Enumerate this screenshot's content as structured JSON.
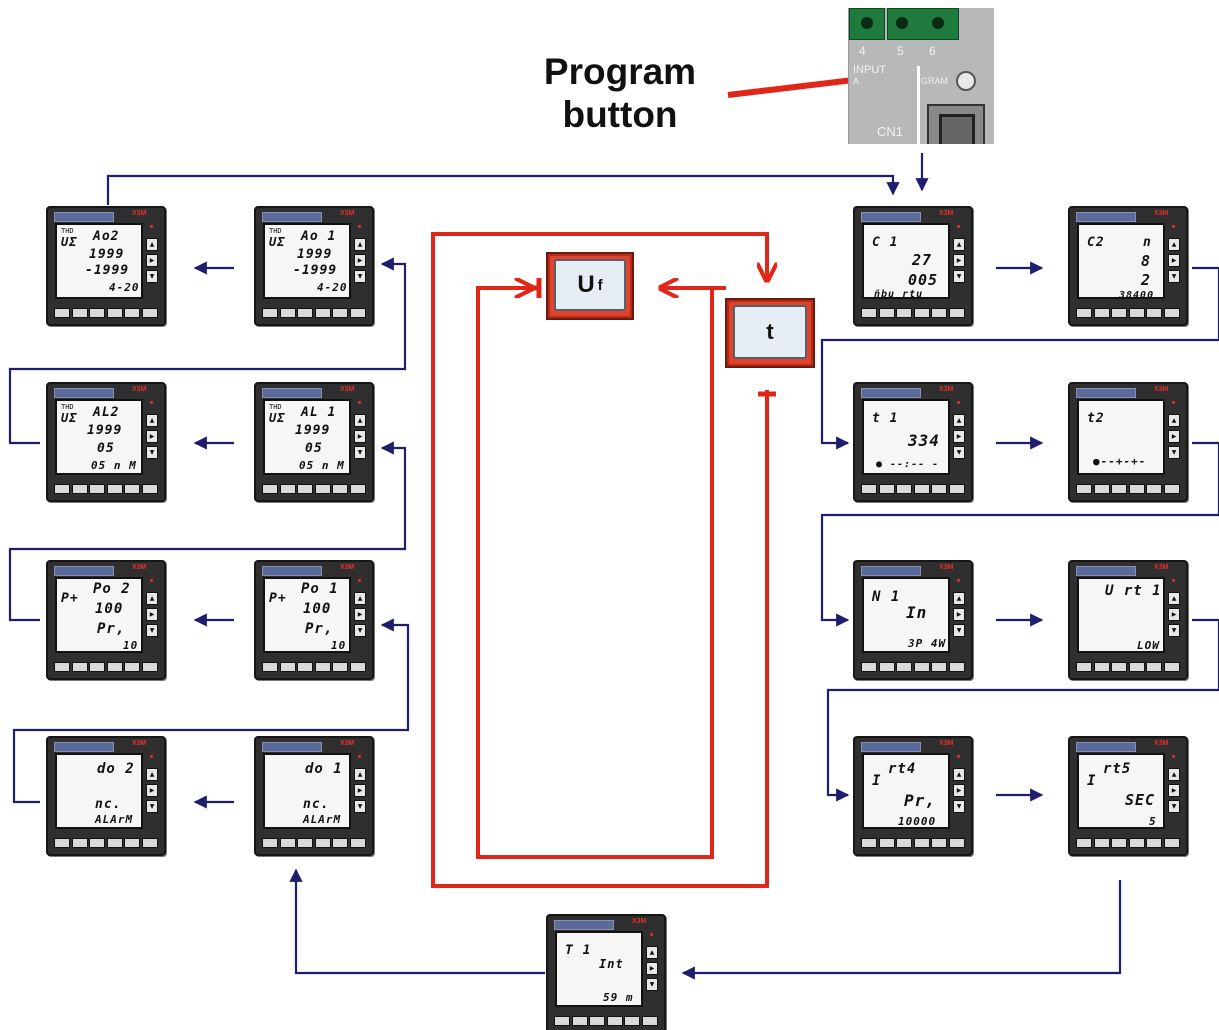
{
  "callout": {
    "line1": "Program",
    "line2": "button"
  },
  "port": {
    "terminals": [
      "4",
      "5",
      "6"
    ],
    "input_label": "INPUT",
    "input_sub": "A",
    "program_label": "GRAM",
    "connector_label": "CN1"
  },
  "keys": {
    "uf_main": "U",
    "uf_sub": "f",
    "t": "t"
  },
  "meter_model": "X3M",
  "screens": {
    "c1": {
      "line1": "C 1",
      "line2": "27",
      "line3": "005",
      "line4": "ñbu rtu"
    },
    "c2": {
      "line1": "C2",
      "line2": "n",
      "line3": "8",
      "line4": "2",
      "line5": "38400"
    },
    "t1": {
      "line1": "t 1",
      "line2": "334",
      "line3": "● --:-- -"
    },
    "t2": {
      "line1": "t2",
      "line2": "●--+-+-"
    },
    "n1": {
      "line1": "N 1",
      "line2": "In",
      "line3": "3P 4W"
    },
    "urt1": {
      "line1": "U rt 1",
      "line2": "LOW"
    },
    "irt4": {
      "line1": "I",
      "line2": "rt4",
      "line3": "Pr,",
      "line4": "10000"
    },
    "irt5": {
      "line1": "I",
      "line2": "rt5",
      "line3": "SEC",
      "line4": "5"
    },
    "tint": {
      "line1": "T 1",
      "line2": "Int",
      "line3": "59 m"
    },
    "ao1": {
      "line1": "THD",
      "line2": "UΣ",
      "line3": "Ao 1",
      "line4": "1999",
      "line5": "-1999",
      "line6": "4-20"
    },
    "ao2": {
      "line1": "THD",
      "line2": "UΣ",
      "line3": "Ao2",
      "line4": "1999",
      "line5": "-1999",
      "line6": "4-20"
    },
    "al1": {
      "line1": "THD",
      "line2": "UΣ",
      "line3": "AL 1",
      "line4": "1999",
      "line5": "05",
      "line6": "05 n M"
    },
    "al2": {
      "line1": "THD",
      "line2": "UΣ",
      "line3": "AL2",
      "line4": "1999",
      "line5": "05",
      "line6": "05 n M"
    },
    "po1": {
      "line1": "P+",
      "line2": "Po 1",
      "line3": "100",
      "line4": "Pr,",
      "line5": "10"
    },
    "po2": {
      "line1": "P+",
      "line2": "Po 2",
      "line3": "100",
      "line4": "Pr,",
      "line5": "10"
    },
    "do1": {
      "line1": "do 1",
      "line2": "nc.",
      "line3": "ALArM"
    },
    "do2": {
      "line1": "do 2",
      "line2": "nc.",
      "line3": "ALArM"
    }
  },
  "colors": {
    "flow": "#1f1d6e",
    "control": "#e02618",
    "key_body": "#e0432c"
  }
}
